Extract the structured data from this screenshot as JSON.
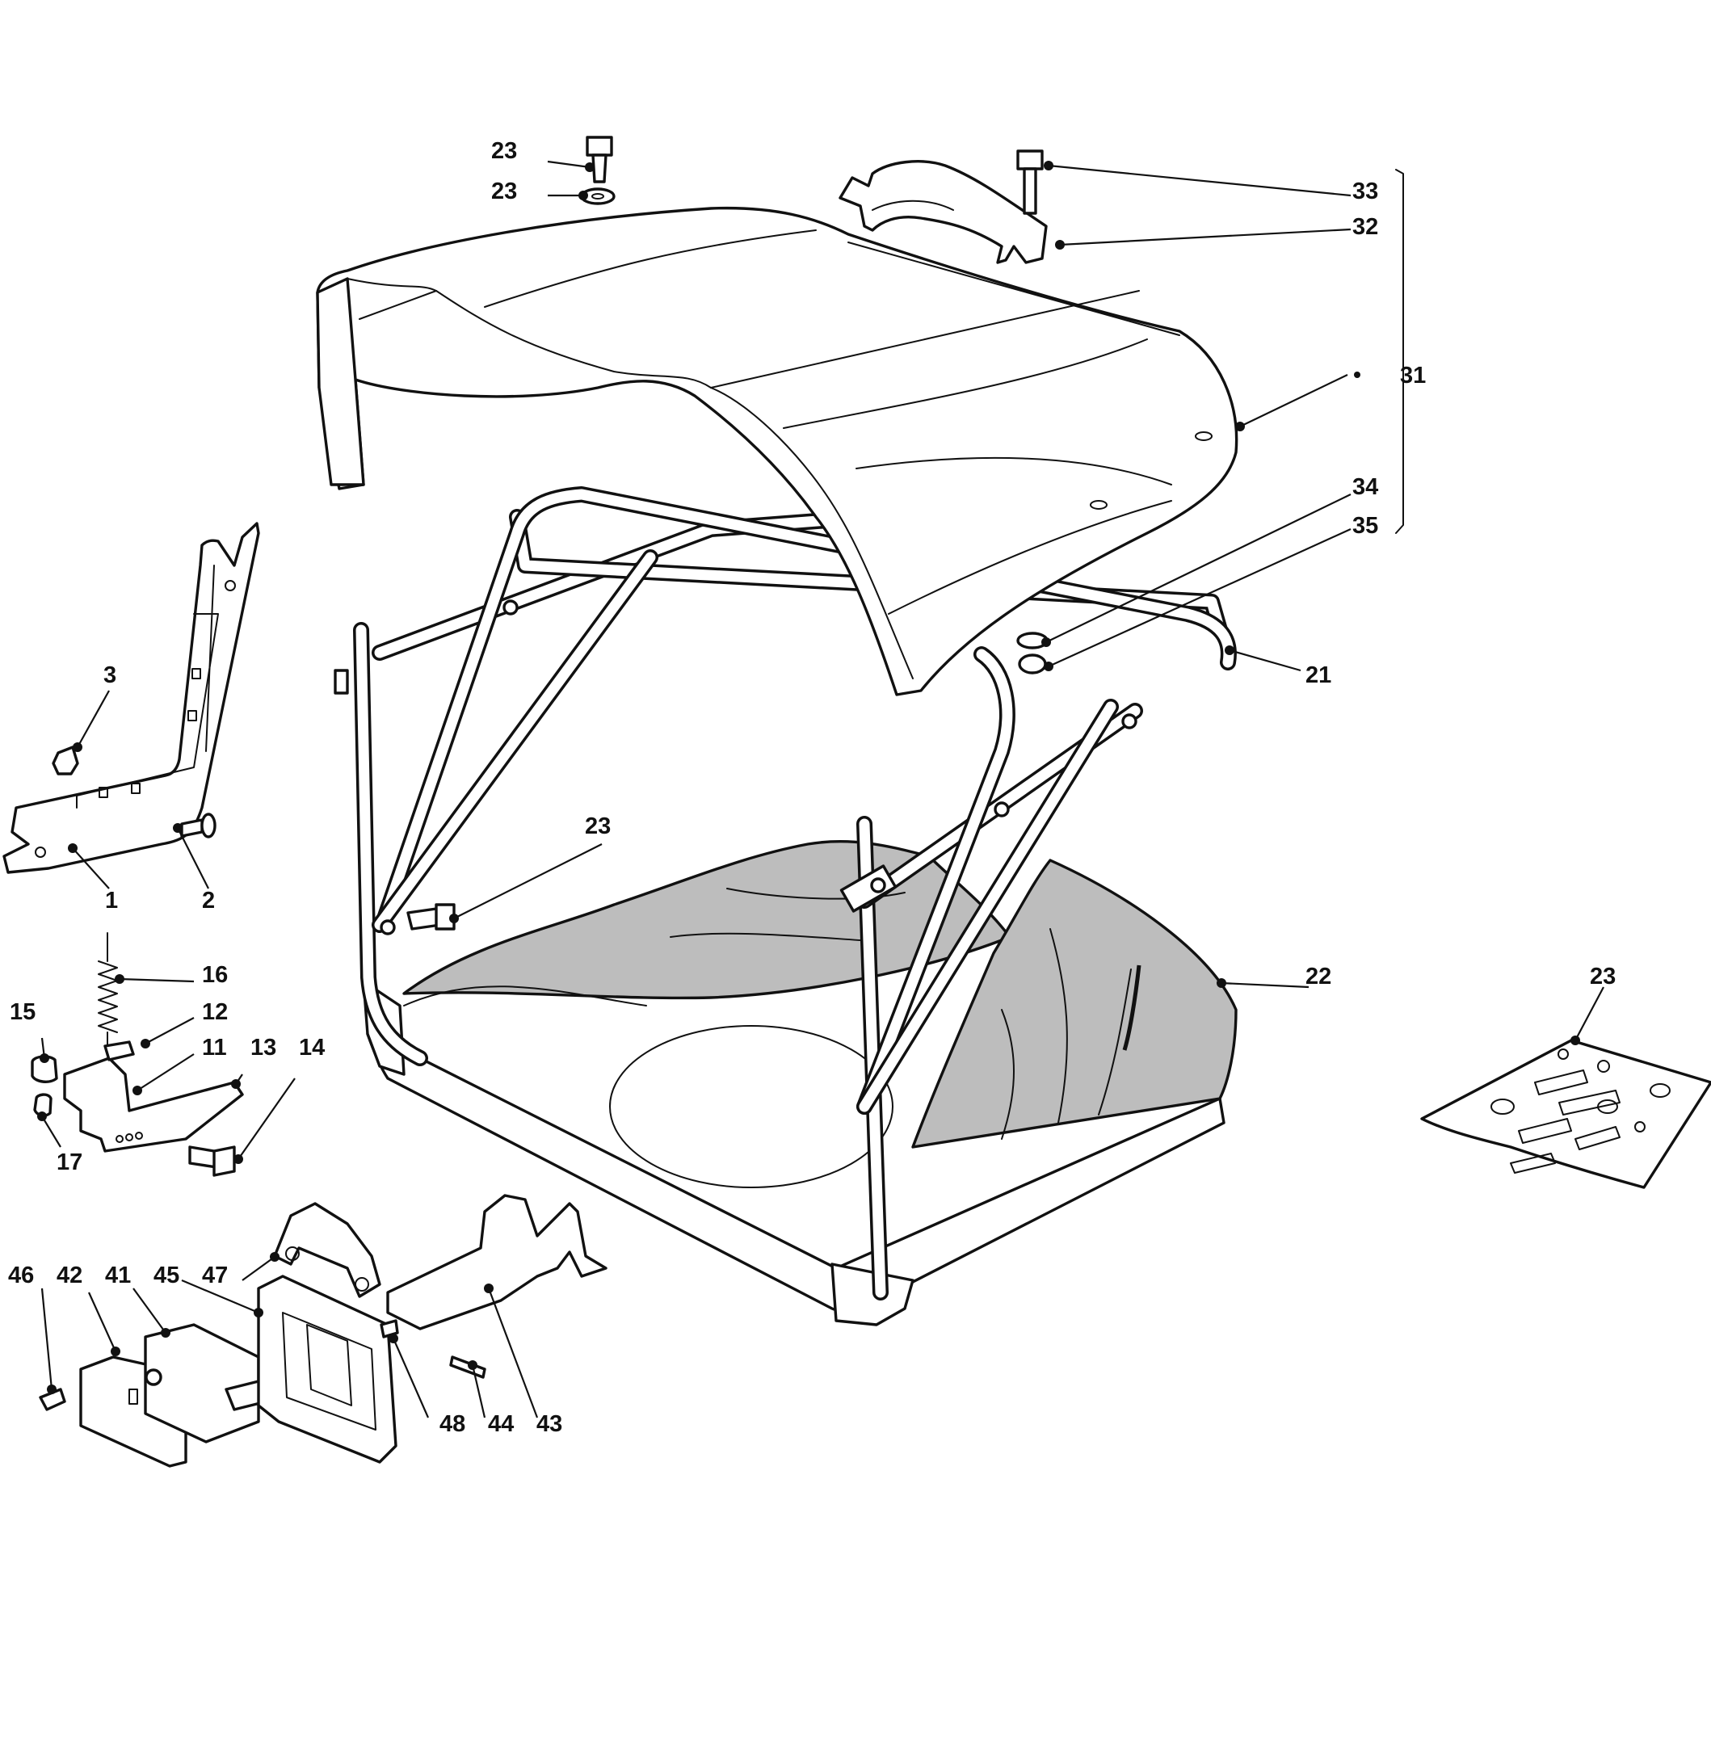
{
  "diagram": {
    "labels": {
      "l1": "1",
      "l2": "2",
      "l3": "3",
      "l11": "11",
      "l12": "12",
      "l13": "13",
      "l14": "14",
      "l15": "15",
      "l16": "16",
      "l17": "17",
      "l21": "21",
      "l22": "22",
      "l23a": "23",
      "l23b": "23",
      "l23c": "23",
      "l23d": "23",
      "l31": "31",
      "l32": "32",
      "l33": "33",
      "l34": "34",
      "l35": "35",
      "l41": "41",
      "l42": "42",
      "l43": "43",
      "l44": "44",
      "l45": "45",
      "l46": "46",
      "l47": "47",
      "l48": "48"
    }
  }
}
